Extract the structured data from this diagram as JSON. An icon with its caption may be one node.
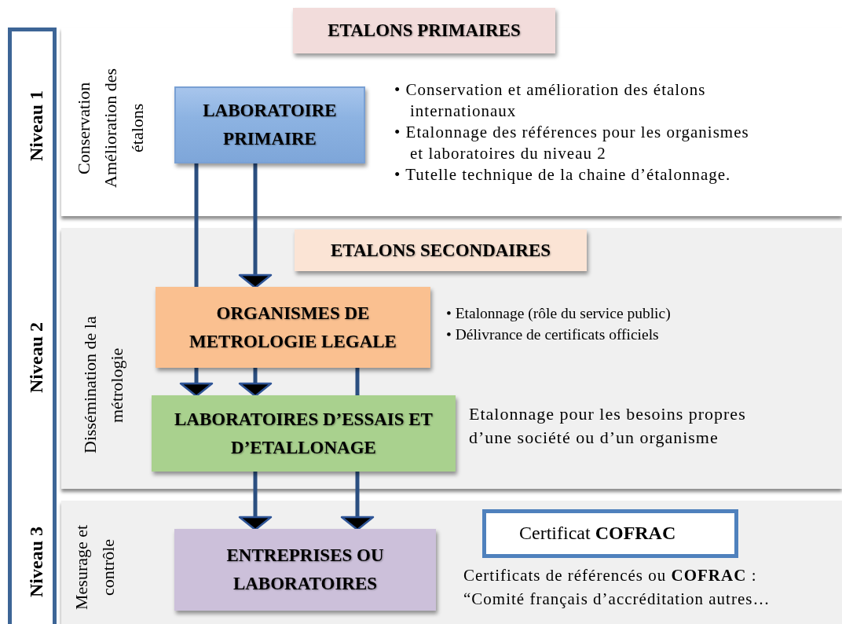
{
  "diagram": {
    "nodes": [
      {
        "text": [
          "Niveau 1",
          "Niveau 2",
          "Niveau 3"
        ]
      },
      {
        "text": [
          "ETALONS PRIMAIRES"
        ]
      },
      {
        "text": [
          "Conservation Amélioration des étalons",
          "• Conservation et amélioration des étalons internationaux",
          "• Etalonnage des références pour les organismes et laboratoires du niveau 2",
          "• Tutelle technique de la chaine d’étalonnage."
        ]
      },
      {
        "text": [
          "LABORATOIRE PRIMAIRE"
        ],
        "in": 2
      },
      {
        "text": [
          "Dissémination de la métrologie",
          "• Etalonnage (rôle du service public)",
          "• Délivrance de certificats officiels",
          "Etalonnage pour les besoins propres d’une société ou d’un organisme"
        ]
      },
      {
        "text": [
          "ETALONS SECONDAIRES"
        ],
        "in": 4
      },
      {
        "text": [
          "ORGANISMES DE METROLOGIE LEGALE"
        ],
        "in": 4
      },
      {
        "text": [
          "LABORATOIRES D’ESSAIS ET D’ETALLONAGE"
        ],
        "in": 4
      },
      {
        "text": [
          "Mesurage et contrôle",
          "Certificats de référencés ou **COFRAC** : “Comité français d’accréditation autres…"
        ]
      },
      {
        "text": [
          "Certificat **COFRAC**"
        ],
        "in": 8
      },
      {
        "text": [
          "ENTREPRISES OU LABORATOIRES"
        ],
        "in": 8
      }
    ],
    "edges": [
      {
        "from": 3,
        "to": 6,
        "arrow": "none"
      },
      {
        "from": 3,
        "to": 6,
        "arrow": "to"
      },
      {
        "from": 6,
        "to": 7,
        "arrow": "to"
      },
      {
        "from": 6,
        "to": 7,
        "arrow": "to"
      },
      {
        "from": 6,
        "to": 7,
        "arrow": "none"
      },
      {
        "from": 7,
        "to": 10,
        "arrow": "to"
      },
      {
        "from": 7,
        "to": 10,
        "arrow": "to"
      }
    ]
  }
}
